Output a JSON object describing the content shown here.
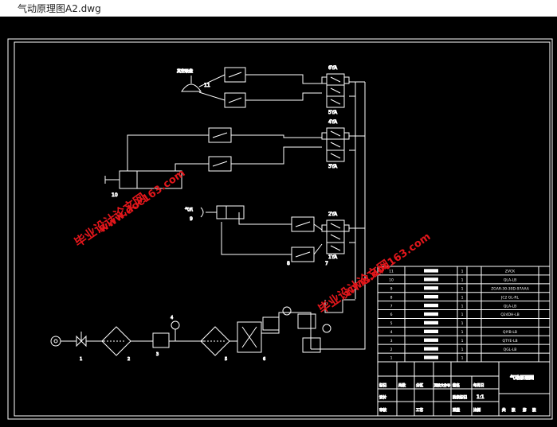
{
  "window": {
    "title": "气动原理图A2.dwg"
  },
  "diagram": {
    "valve_labels": [
      "6YA",
      "5YA",
      "4YA",
      "3YA",
      "2YA",
      "1YA"
    ],
    "component_labels": {
      "n11": "11",
      "n10": "10",
      "n9": "9",
      "n8": "8",
      "n7": "7",
      "n1": "1",
      "n2": "2",
      "n3": "3",
      "n4": "4",
      "n5": "5",
      "n6": "6"
    },
    "side_labels": {
      "sucker": "真空吸盘",
      "air": "气爪"
    },
    "parts_list": {
      "rows": [
        {
          "no": "11",
          "qty": "1",
          "name": "ZVCK"
        },
        {
          "no": "10",
          "qty": "1",
          "name": "QLA-LB"
        },
        {
          "no": "9",
          "qty": "1",
          "name": "ZGAR-30-30D-97AAA"
        },
        {
          "no": "8",
          "qty": "1",
          "name": "JC2 GL-RL"
        },
        {
          "no": "7",
          "qty": "1",
          "name": "QLA-LB"
        },
        {
          "no": "6",
          "qty": "1",
          "name": "Q24DH-LB"
        },
        {
          "no": "5",
          "qty": "1",
          "name": ""
        },
        {
          "no": "4",
          "qty": "1",
          "name": "QIYB-LB"
        },
        {
          "no": "3",
          "qty": "1",
          "name": "QTYE-LB"
        },
        {
          "no": "2",
          "qty": "1",
          "name": "QGL-LB"
        },
        {
          "no": "1",
          "qty": "1",
          "name": ""
        }
      ]
    },
    "title_block": {
      "drawing_title": "气动原理图",
      "scale": "1:1",
      "cells": [
        "标记",
        "处数",
        "分区",
        "更改文件号",
        "签名",
        "年月日",
        "设计",
        "审核",
        "工艺",
        "阶段标记",
        "重量",
        "比例",
        "共",
        "张",
        "第",
        "张"
      ]
    }
  },
  "watermarks": [
    {
      "cn": "毕业设计论文网",
      "url": "www.doc163.com"
    },
    {
      "cn": "毕业设计论文网",
      "url": "www.doc163.com"
    }
  ]
}
